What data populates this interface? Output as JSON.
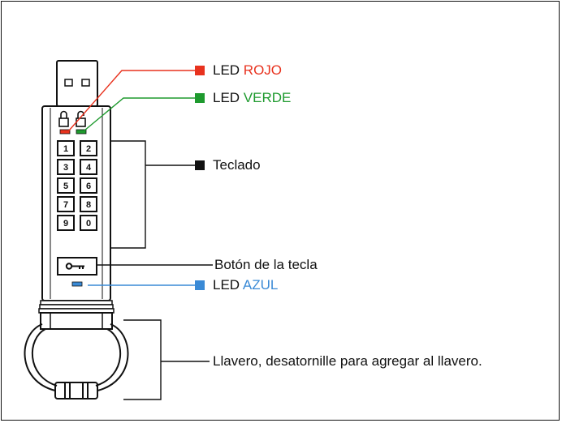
{
  "colors": {
    "red": "#e8321e",
    "green": "#1e9a2e",
    "black": "#111111",
    "blue": "#3a8ad6"
  },
  "callouts": {
    "led_red": {
      "prefix": "LED ",
      "accent": "ROJO",
      "color": "#e8321e"
    },
    "led_green": {
      "prefix": "LED ",
      "accent": "VERDE",
      "color": "#1e9a2e"
    },
    "keypad": {
      "text": "Teclado"
    },
    "key_button": {
      "text": "Botón de la tecla"
    },
    "led_blue": {
      "prefix": "LED ",
      "accent": "AZUL",
      "color": "#3a8ad6"
    },
    "keyring": {
      "text": "Llavero, desatornille para agregar al llavero."
    }
  },
  "device": {
    "keys": [
      "1",
      "2",
      "3",
      "4",
      "5",
      "6",
      "7",
      "8",
      "9",
      "0"
    ],
    "icons": [
      "padlock-icon",
      "unlocked-padlock-icon",
      "key-icon"
    ]
  }
}
